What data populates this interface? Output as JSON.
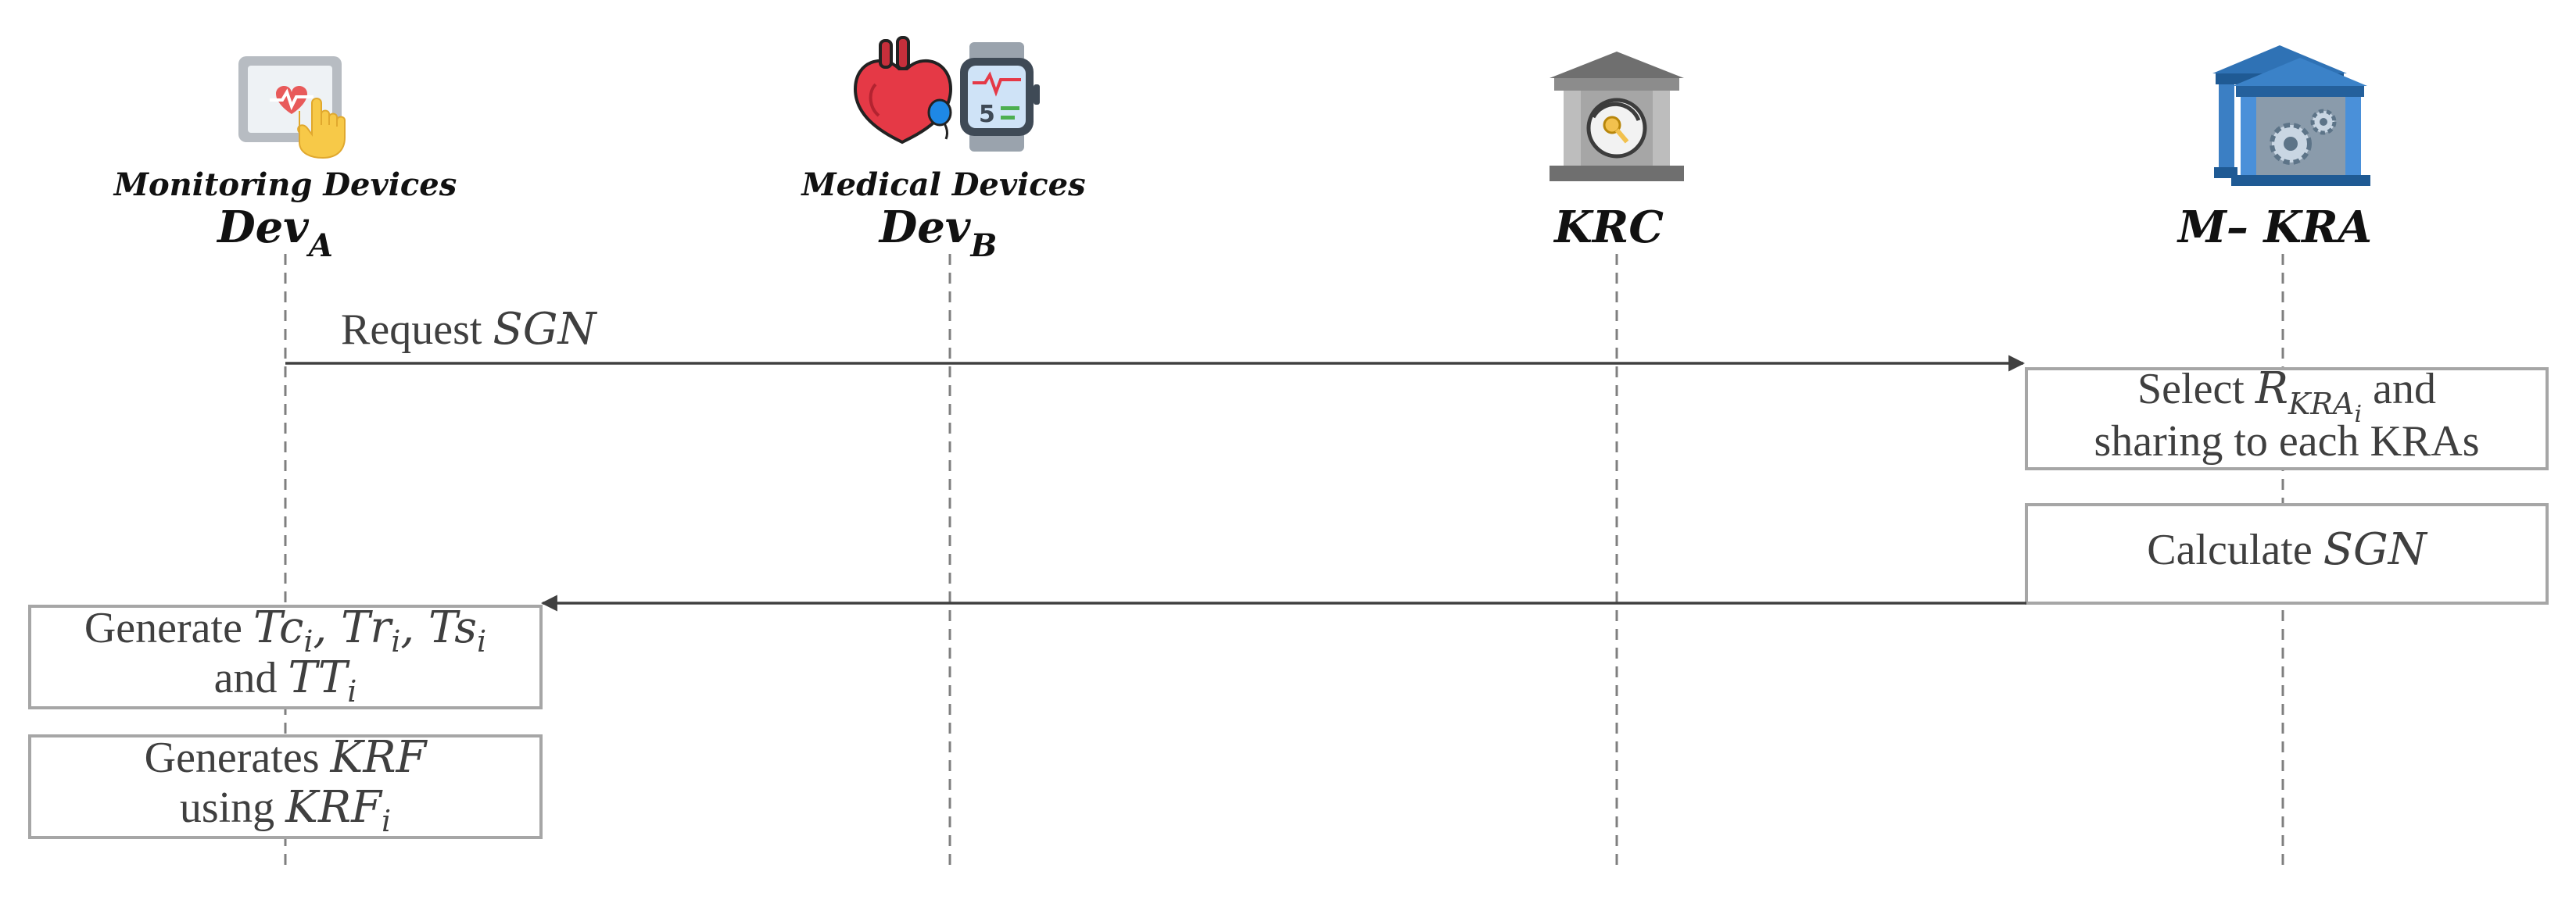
{
  "actors": [
    {
      "id": "dev-a",
      "role": "Monitoring Devices",
      "name": "Dev",
      "subscript": "A",
      "icon": "tablet-touch-heart-icon"
    },
    {
      "id": "dev-b",
      "role": "Medical Devices",
      "name": "Dev",
      "subscript": "B",
      "icon": "heart-smartwatch-icon"
    },
    {
      "id": "krc",
      "role": "",
      "name": "KRC",
      "subscript": "",
      "icon": "bank-key-icon"
    },
    {
      "id": "m-kra",
      "role": "",
      "name": "M– KRA",
      "subscript": "",
      "icon": "bank-gear-icon"
    }
  ],
  "messages": [
    {
      "from": "Dev_A",
      "to": "M-KRA",
      "prefix": "Request ",
      "math": "SGN"
    },
    {
      "from": "M-KRA",
      "to": "Dev_A",
      "prefix": "",
      "math": ""
    }
  ],
  "boxes": {
    "select": {
      "line1_prefix": "Select ",
      "line1_math": "R",
      "line1_sub": "KRA",
      "line1_subsub": "i",
      "line1_suffix": " and",
      "line2": "sharing to each KRAs"
    },
    "calculate": {
      "prefix": "Calculate ",
      "math": "SGN"
    },
    "generate_tokens": {
      "line1_prefix": "Generate ",
      "terms": [
        {
          "base": "Tc",
          "sub": "i"
        },
        {
          "base": "Tr",
          "sub": "i"
        },
        {
          "base": "Ts",
          "sub": "i"
        }
      ],
      "line2_prefix": "and ",
      "line2_math": "TT",
      "line2_sub": "i"
    },
    "generate_krf": {
      "line1_prefix": "Generates ",
      "line1_math": "KRF",
      "line2_prefix": "using ",
      "line2_math": "KRF",
      "line2_sub": "i"
    }
  },
  "colors": {
    "lifeline": "#7f7f7f",
    "box_border": "#a6a6a6",
    "arrow": "#404040",
    "text": "#3f3f3f",
    "heading": "#111111",
    "heart_red": "#e53946",
    "bank_grey": "#9c9c9c",
    "bank_blue": "#2f72b5",
    "key_yellow": "#f2c14e"
  }
}
